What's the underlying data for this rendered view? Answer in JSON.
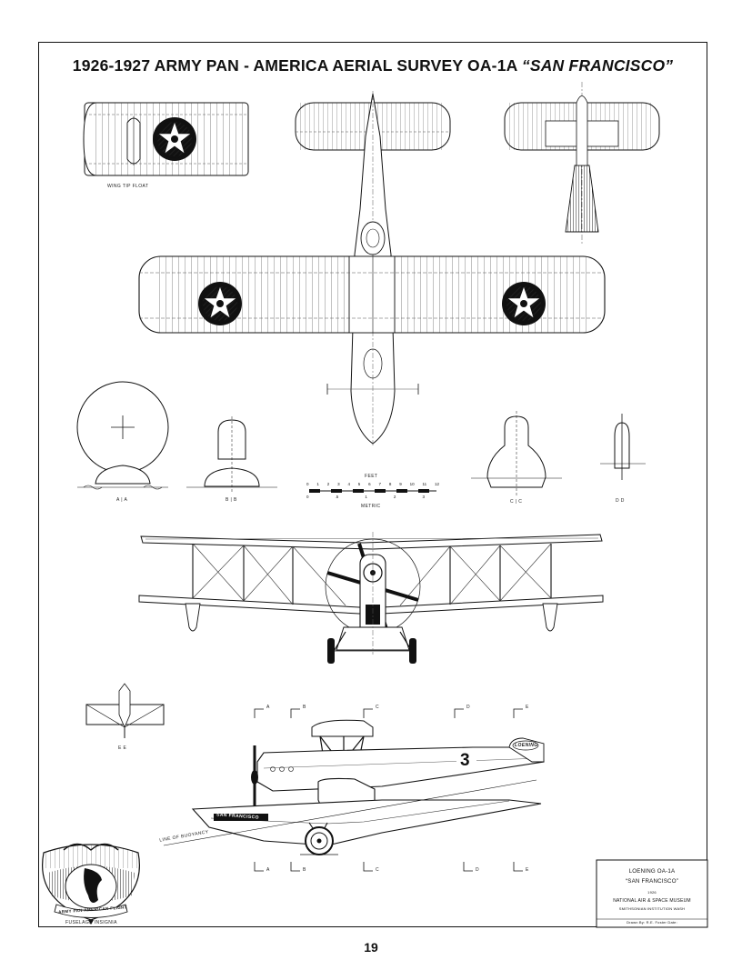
{
  "title": {
    "prefix": "1926-1927 ARMY PAN - AMERICA AERIAL SURVEY OA-1A ",
    "italic": "“SAN FRANCISCO”"
  },
  "labels": {
    "wing_tip_float": "WING TIP FLOAT",
    "section_aa": "A | A",
    "section_bb": "B | B",
    "section_cc": "C | C",
    "section_dd": "D  D",
    "section_ee": "E  E",
    "scale_feet": "FEET",
    "scale_metric": "METRIC",
    "line_of_buoyancy": "LINE OF BUOYANCY",
    "fuselage_insignia": "FUSELAGE INSIGNIA",
    "hull_name": "SAN FRANCISCO",
    "tail_logo": "LOENING",
    "fuselage_number": "3",
    "insignia_ribbon": "ARMY PAN AMERICAN FLIGHT"
  },
  "scale": {
    "feet_ticks": [
      "0",
      "1",
      "2",
      "3",
      "4",
      "5",
      "6",
      "7",
      "8",
      "9",
      "10",
      "11",
      "12"
    ],
    "metric_ticks": [
      "0",
      ".5",
      "1",
      "2",
      "3"
    ]
  },
  "section_markers": [
    "A",
    "B",
    "C",
    "D",
    "E"
  ],
  "title_block": {
    "line1": "LOENING OA-1A",
    "line2": "“SAN FRANCISCO”",
    "line3": "1926",
    "line4": "NATIONAL AIR & SPACE MUSEUM",
    "line5": "SMITHSONIAN INSTITUTION        WASH",
    "line6": "Drawn By:   R.E. Foster           Date:"
  },
  "page_number": "19"
}
